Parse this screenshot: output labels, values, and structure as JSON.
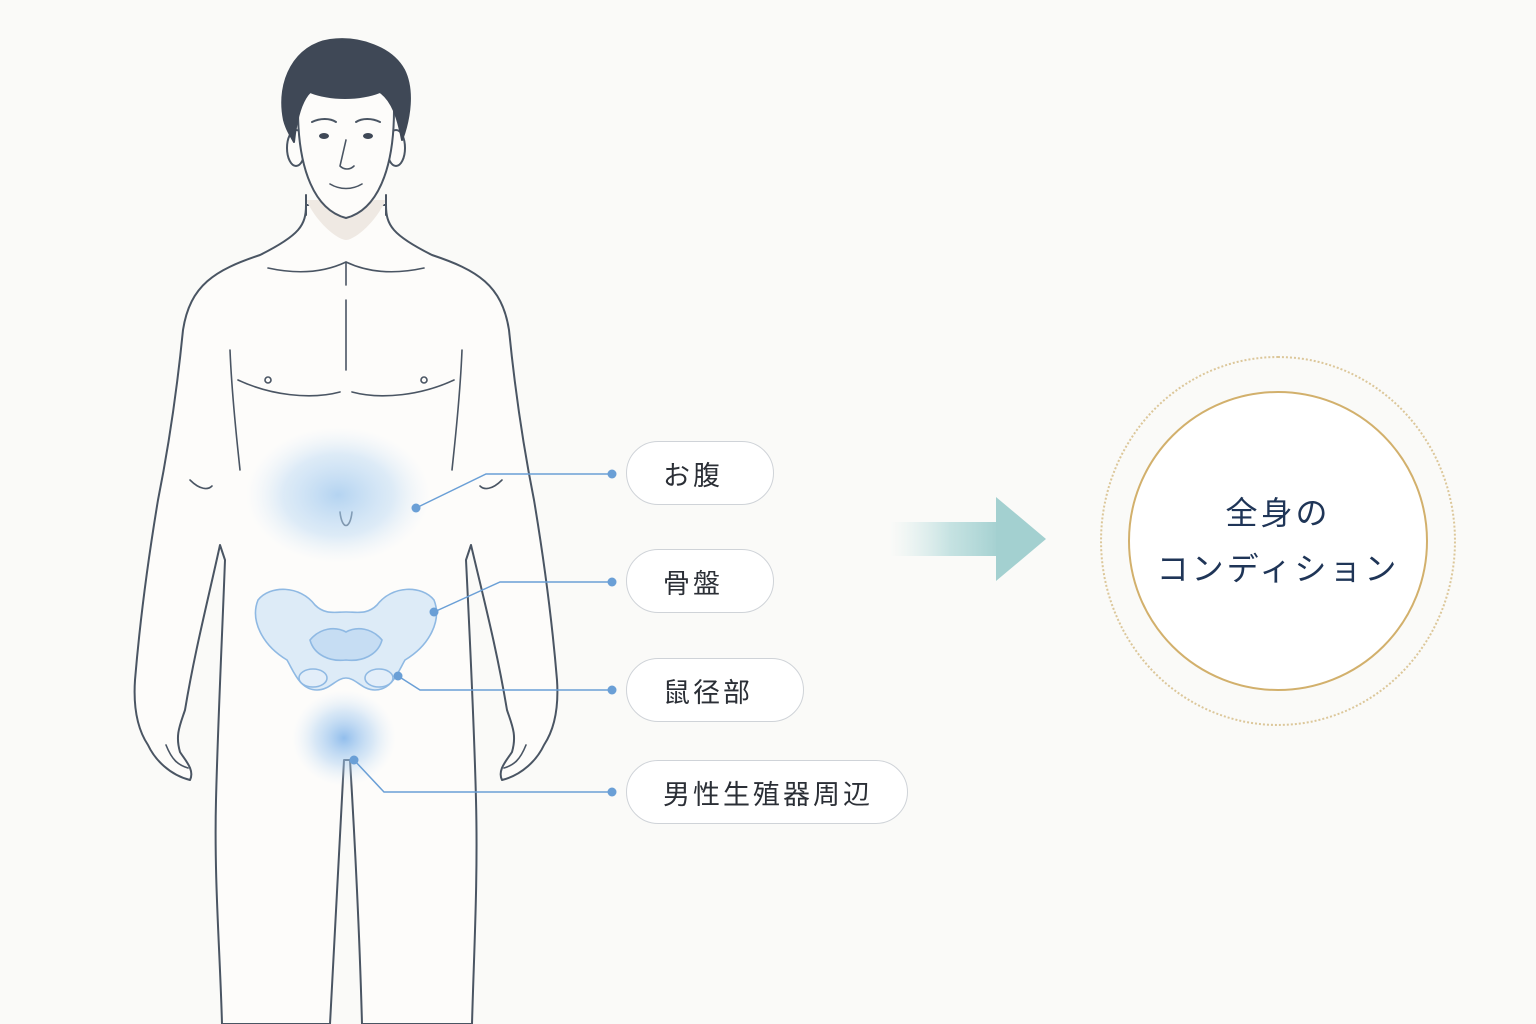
{
  "labels": {
    "abdomen": "お腹",
    "pelvis": "骨盤",
    "groin": "鼠径部",
    "genital": "男性生殖器周辺"
  },
  "result": {
    "line1": "全身の",
    "line2": "コンディション"
  },
  "colors": {
    "outline": "#4a5563",
    "hair": "#3f4856",
    "highlight": "#7fb3e6",
    "connector": "#6a9fd6",
    "arrow": "#a9d3d3",
    "gold": "#d2b06c",
    "text_dark": "#1f3557"
  },
  "icons": {
    "figure": "male-body-figure-icon",
    "arrow": "right-arrow-icon"
  }
}
